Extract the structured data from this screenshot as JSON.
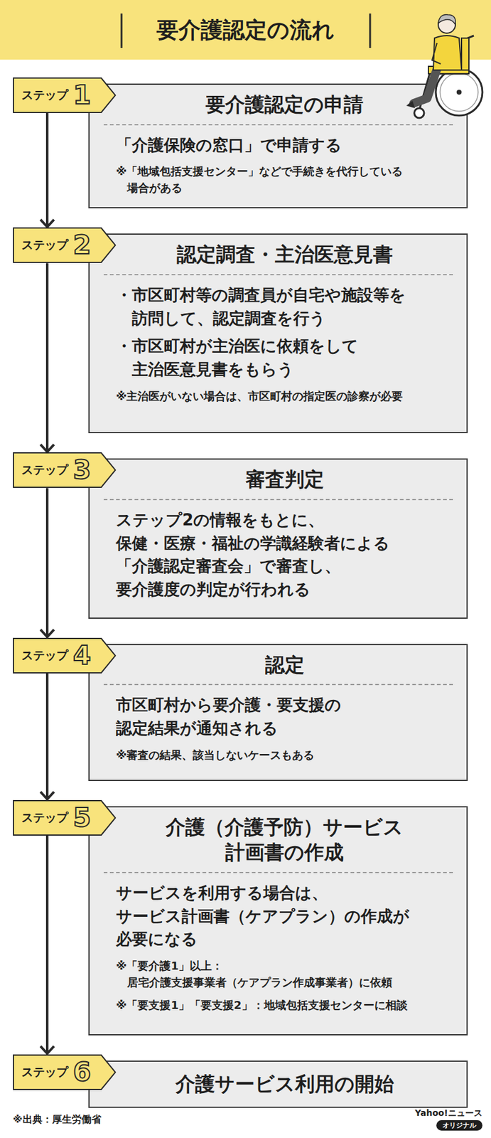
{
  "diagram": {
    "title": "要介護認定の流れ",
    "nodes": [
      {
        "text": [
          "ステップ",
          "1"
        ]
      },
      {
        "text": [
          "要介護認定の申請",
          "「介護保険の窓口」で申請する",
          "※「地域包括支援センター」などで手続きを代行している 場合がある"
        ]
      },
      {
        "text": [
          "ステップ",
          "2"
        ]
      },
      {
        "text": [
          "認定調査・主治医意見書",
          "・市区町村等の調査員が自宅や施設等を 訪問して、認定調査を行う",
          "・市区町村が主治医に依頼をして 主治医意見書をもらう",
          "※主治医がいない場合は、市区町村の指定医の診察が必要"
        ]
      },
      {
        "text": [
          "ステップ",
          "3"
        ]
      },
      {
        "text": [
          "審査判定",
          "ステップ2の情報をもとに、 保健・医療・福祉の学識経験者による 「介護認定審査会」で審査し、 要介護度の判定が行われる"
        ]
      },
      {
        "text": [
          "ステップ",
          "4"
        ]
      },
      {
        "text": [
          "認定",
          "市区町村から要介護・要支援の 認定結果が通知される",
          "※審査の結果、該当しないケースもある"
        ]
      },
      {
        "text": [
          "ステップ",
          "5"
        ]
      },
      {
        "text": [
          "介護（介護予防）サービス 計画書の作成",
          "サービスを利用する場合は、 サービス計画書（ケアプラン）の作成が 必要になる",
          "※「要介護1」以上： 居宅介護支援事業者（ケアプラン作成事業者）に依頼",
          "※「要支援1」「要支援2」：地域包括支援センターに相談"
        ]
      },
      {
        "text": [
          "ステップ",
          "6"
        ]
      },
      {
        "text": [
          "介護サービス利用の開始"
        ]
      }
    ],
    "edges": [
      {
        "from": 0,
        "to": 2,
        "arrow": "to"
      },
      {
        "from": 2,
        "to": 4,
        "arrow": "to"
      },
      {
        "from": 4,
        "to": 6,
        "arrow": "to"
      },
      {
        "from": 6,
        "to": 8,
        "arrow": "to"
      },
      {
        "from": 8,
        "to": 10,
        "arrow": "to"
      }
    ],
    "labels": [
      "※出典：厚生労働省",
      "Yahoo!ニュース",
      "オリジナル"
    ]
  }
}
